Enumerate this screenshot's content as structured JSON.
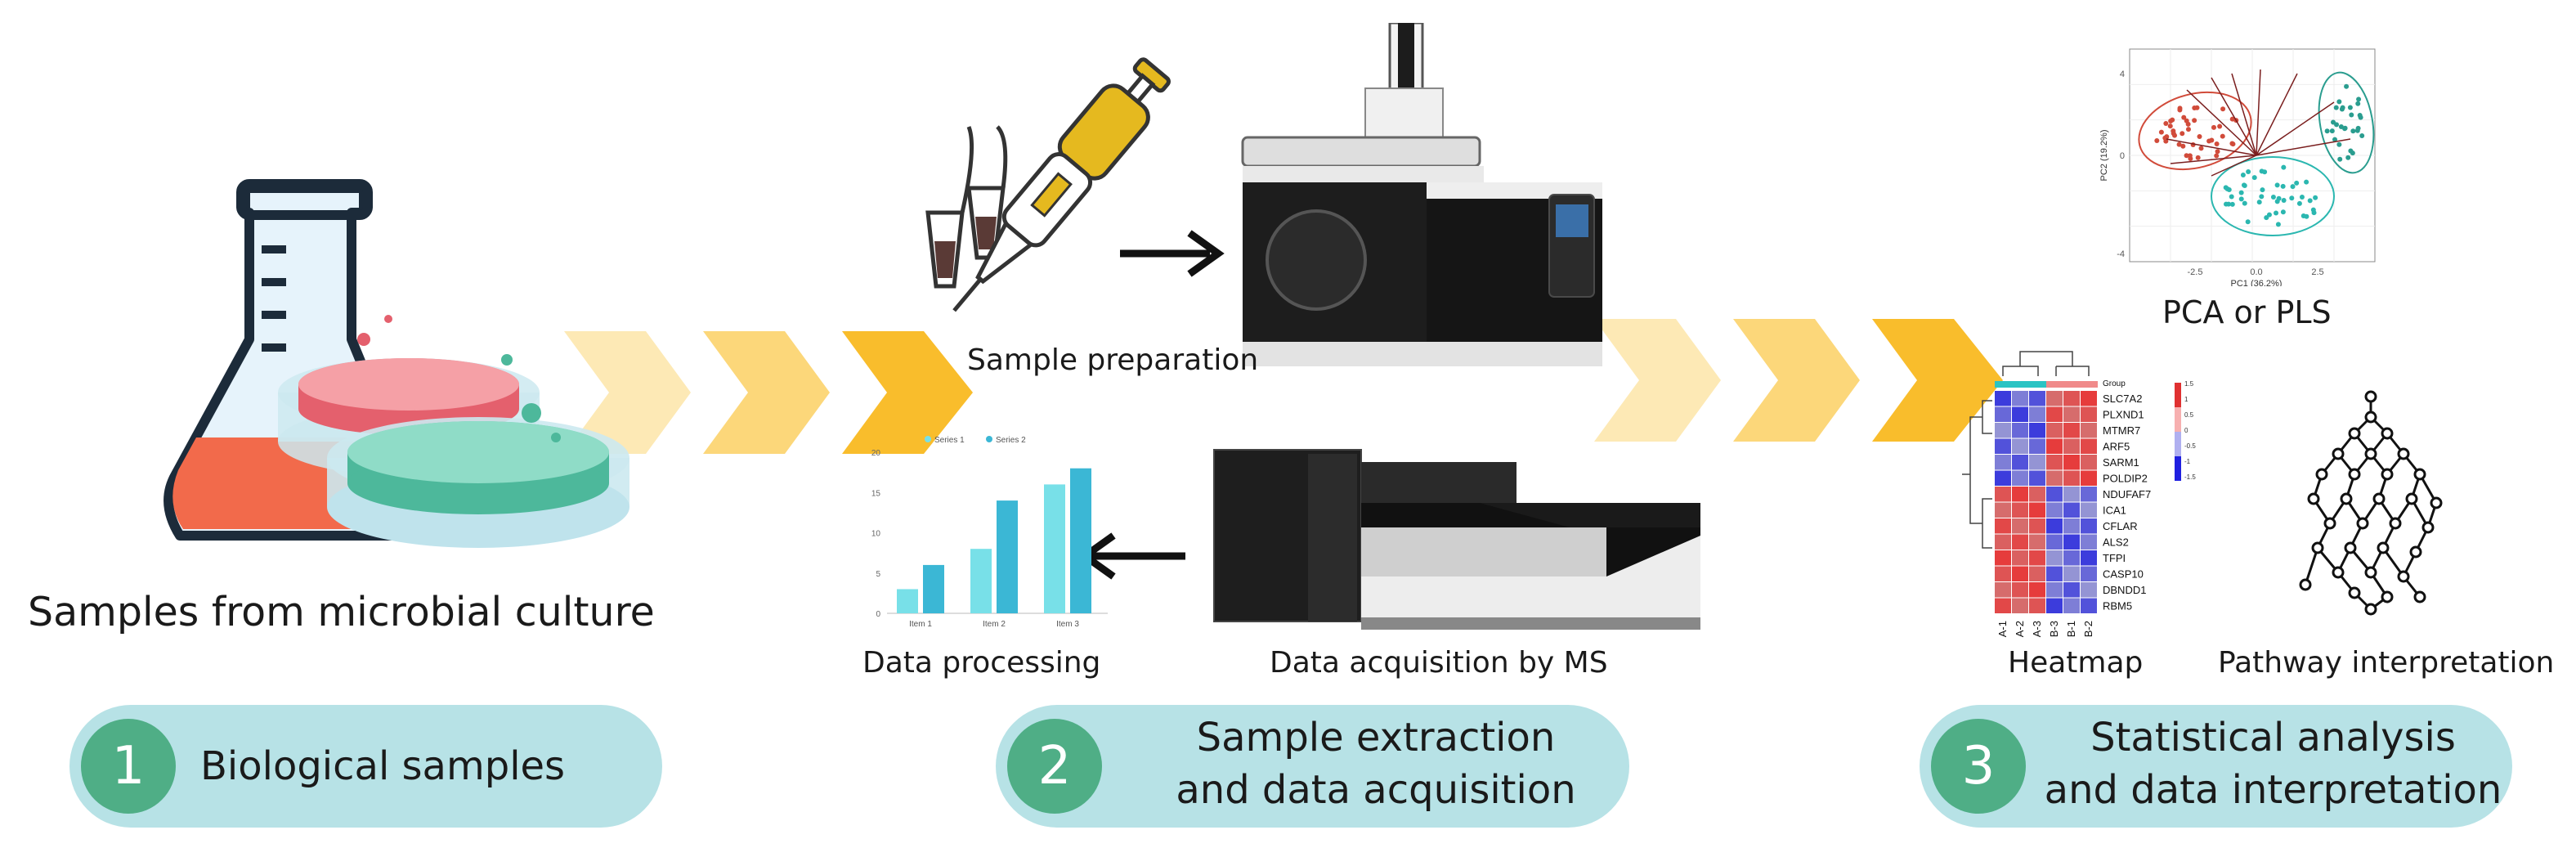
{
  "labels": {
    "samples": "Samples from microbial culture",
    "sample_prep": "Sample preparation",
    "data_processing": "Data processing",
    "data_acquisition": "Data acquisition by MS",
    "pca": "PCA or PLS",
    "heatmap": "Heatmap",
    "pathway": "Pathway interpretation"
  },
  "steps": [
    {
      "num": "1",
      "line1": "Biological samples",
      "line2": ""
    },
    {
      "num": "2",
      "line1": "Sample extraction",
      "line2": "and data acquisition"
    },
    {
      "num": "3",
      "line1": "Statistical analysis",
      "line2": "and data interpretation"
    }
  ],
  "colors": {
    "pill": "#b7e2e6",
    "badge": "#4fae86",
    "chevron_light": "#fde9b5",
    "chevron_mid": "#fcd77a",
    "chevron_dark": "#f9bd2c",
    "pca_red": "#d14b3a",
    "pca_teal": "#2bb7b0"
  },
  "bar_chart": {
    "type": "bar",
    "categories": [
      "Item 1",
      "Item 2",
      "Item 3"
    ],
    "series": [
      {
        "name": "Series 1",
        "values": [
          3,
          8,
          16
        ]
      },
      {
        "name": "Series 2",
        "values": [
          6,
          14,
          18
        ]
      }
    ],
    "ylim": [
      0,
      20
    ],
    "yticks": [
      "0",
      "5",
      "10",
      "15",
      "20"
    ]
  },
  "pca_chart": {
    "type": "scatter",
    "xlabel": "PC1 (36.2%)",
    "ylabel": "PC2 (19.2%)",
    "xticks": [
      "-2.5",
      "0.0",
      "2.5"
    ],
    "yticks": [
      "4",
      "0",
      "-4"
    ]
  },
  "heatmap": {
    "legend_title": "Group",
    "legend_ticks": [
      "1.5",
      "1",
      "0.5",
      "0",
      "-0.5",
      "-1",
      "-1.5"
    ],
    "genes": [
      "SLC7A2",
      "PLXND1",
      "MTMR7",
      "ARF5",
      "SARM1",
      "POLDIP2",
      "NDUFAF7",
      "ICA1",
      "CFLAR",
      "ALS2",
      "TFPI",
      "CASP10",
      "DBNDD1",
      "RBM5"
    ],
    "samples": [
      "A-1",
      "A-2",
      "A-3",
      "B-3",
      "B-1",
      "B-2"
    ]
  }
}
